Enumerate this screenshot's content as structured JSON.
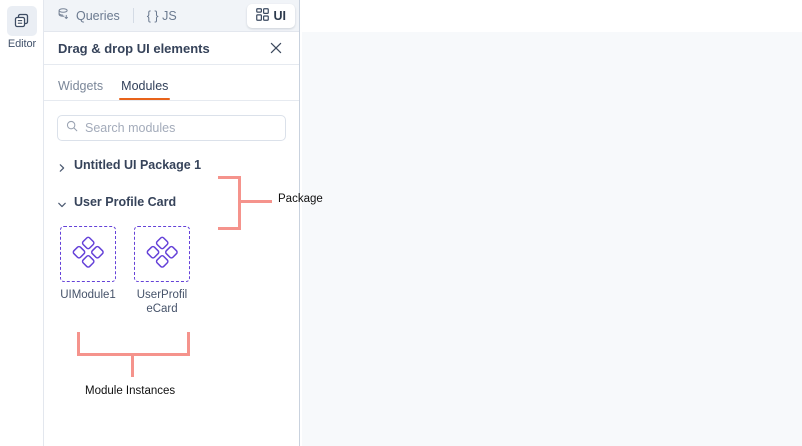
{
  "rail": {
    "items": [
      {
        "label": "Editor",
        "icon": "editor-pages-icon",
        "active": true
      }
    ]
  },
  "top_tabs": [
    {
      "label": "Queries",
      "icon": "database-query-icon",
      "active": false
    },
    {
      "label": "{ } JS",
      "icon": "js-braces-icon",
      "active": false
    },
    {
      "label": "UI",
      "icon": "ui-grid-icon",
      "active": true
    }
  ],
  "panel": {
    "title": "Drag & drop UI elements",
    "close_icon": "close-icon",
    "subtabs": [
      {
        "label": "Widgets",
        "active": false
      },
      {
        "label": "Modules",
        "active": true
      }
    ],
    "search": {
      "placeholder": "Search modules",
      "value": "",
      "icon": "search-icon"
    },
    "tree": [
      {
        "label": "Untitled UI Package 1",
        "expanded": false,
        "chevron": "chevron-right-icon"
      },
      {
        "label": "User Profile Card",
        "expanded": true,
        "chevron": "chevron-down-icon"
      }
    ],
    "modules": [
      {
        "name": "UIModule1",
        "icon": "module-diamonds-icon"
      },
      {
        "name": "UserProfileCard",
        "icon": "module-diamonds-icon"
      }
    ]
  },
  "annotations": [
    {
      "label": "Package",
      "color": "#f5938c"
    },
    {
      "label": "Module Instances",
      "color": "#f5938c"
    }
  ],
  "colors": {
    "accent_orange": "#e8631a",
    "module_purple": "#6441d8",
    "annotation_salmon": "#f5938c",
    "canvas_bg": "#f7f9fb",
    "tabstrip_bg": "#f1f4f8"
  }
}
